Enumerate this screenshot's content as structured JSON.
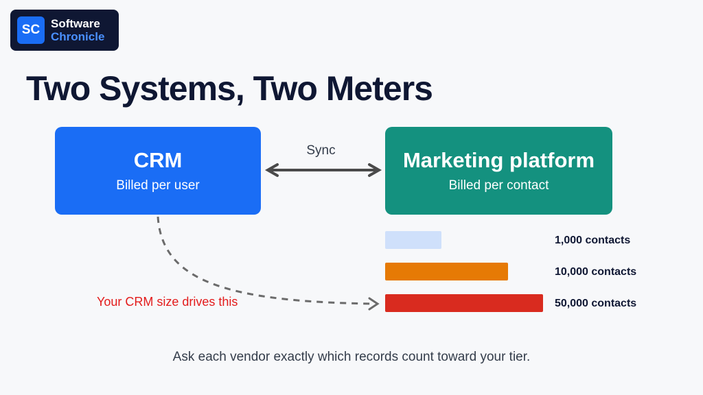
{
  "logo": {
    "badge": "SC",
    "line1": "Software",
    "line2": "Chronicle"
  },
  "title": "Two Systems, Two Meters",
  "crm": {
    "title": "CRM",
    "subtitle": "Billed per user"
  },
  "sync": {
    "label": "Sync"
  },
  "marketing": {
    "title": "Marketing platform",
    "subtitle": "Billed per contact"
  },
  "tiers": [
    {
      "label": "1,000 contacts",
      "color": "#cfe0fb"
    },
    {
      "label": "10,000 contacts",
      "color": "#e67a05"
    },
    {
      "label": "50,000 contacts",
      "color": "#d92b1f"
    }
  ],
  "note": "Your CRM size drives this",
  "footer": "Ask each vendor exactly which records count toward your tier.",
  "colors": {
    "crm": "#1a6df5",
    "marketing": "#14917f",
    "accent_red": "#e31b1b",
    "navy": "#0f1733"
  }
}
